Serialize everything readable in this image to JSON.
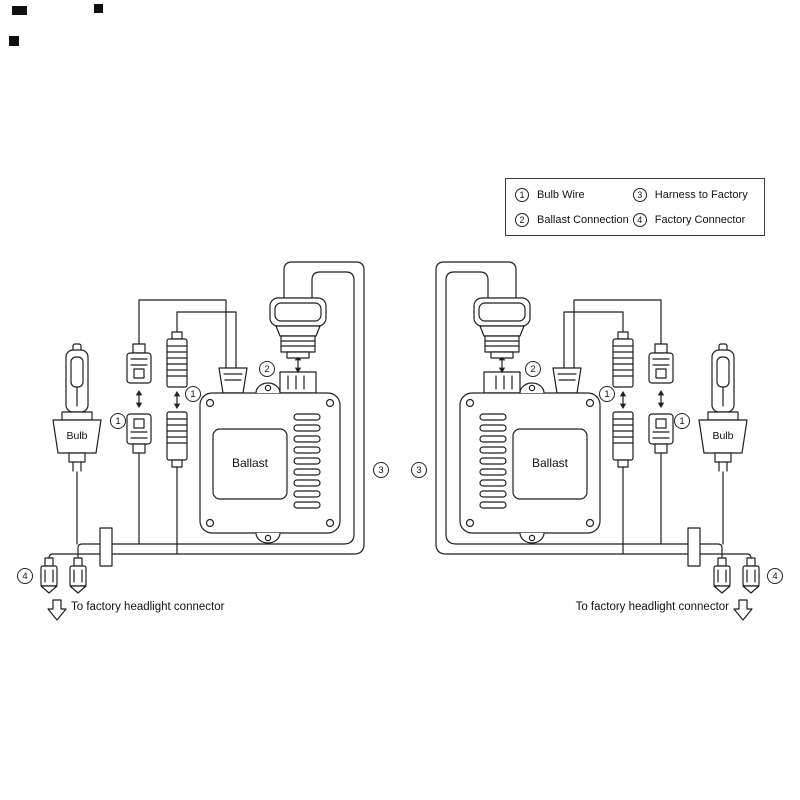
{
  "colors": {
    "line": "#1f1f1f",
    "background": "#ffffff"
  },
  "legend": {
    "items": [
      {
        "num": "1",
        "label": "Bulb Wire"
      },
      {
        "num": "2",
        "label": "Ballast Connection"
      },
      {
        "num": "3",
        "label": "Harness to Factory"
      },
      {
        "num": "4",
        "label": "Factory Connector"
      }
    ]
  },
  "diagram": {
    "bulb_label": "Bulb",
    "ballast_label": "Ballast",
    "caption": "To factory headlight connector",
    "callouts": {
      "bulb_wire": "1",
      "ballast_connection": "2",
      "harness": "3",
      "factory": "4"
    }
  }
}
